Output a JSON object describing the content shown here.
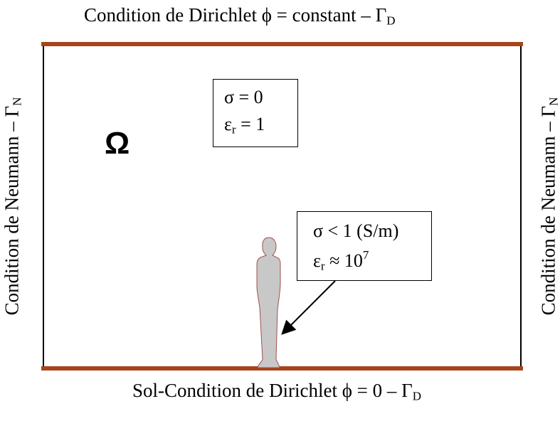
{
  "top_boundary": {
    "text": "Condition de Dirichlet ϕ = constant – Γ",
    "sub": "D"
  },
  "bottom_boundary": {
    "text": "Sol-Condition de Dirichlet ϕ = 0 – Γ",
    "sub": "D"
  },
  "left_boundary": {
    "text": "Condition de Neumann – Γ",
    "sub": "N"
  },
  "right_boundary": {
    "text": "Condition de Neumann – Γ",
    "sub": "N"
  },
  "domain_symbol": "Ω",
  "air_props": {
    "sigma": "σ = 0",
    "eps_symbol": "ε",
    "eps_sub": "r",
    "eps_rest": " = 1"
  },
  "body_props": {
    "sigma": "σ  < 1 (S/m)",
    "eps_symbol": "ε",
    "eps_sub": "r",
    "eps_rest": " ≈ 10",
    "eps_exp": "7"
  },
  "colors": {
    "dirichlet_boundary": "#a8441a",
    "human_fill": "#c8c8c8",
    "human_outline": "#a05050"
  }
}
